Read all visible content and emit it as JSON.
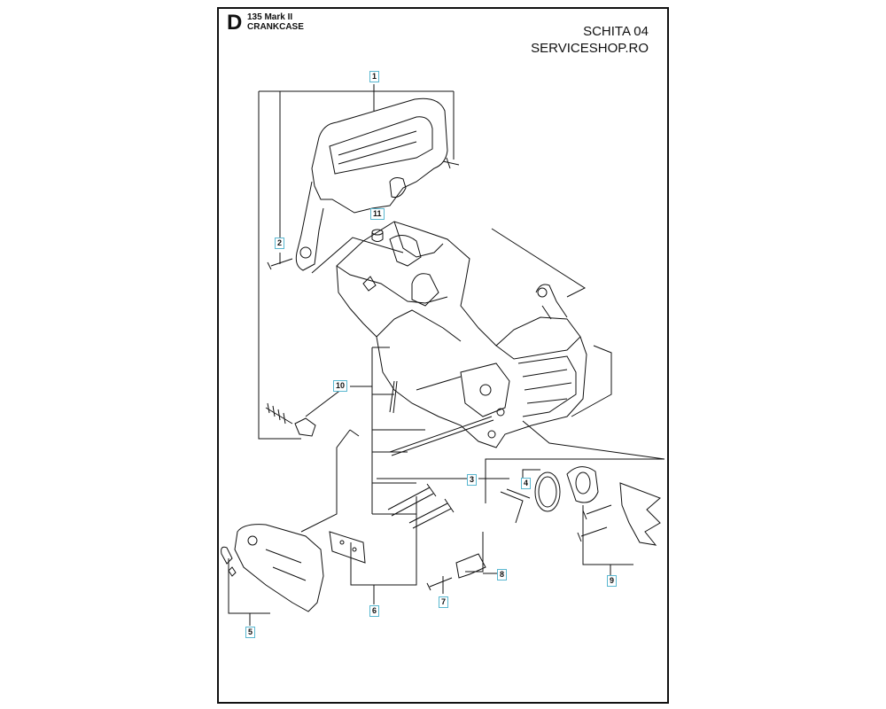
{
  "header": {
    "section_letter": "D",
    "model": "135 Mark II",
    "subtitle": "CRANKCASE"
  },
  "corner_text": {
    "line1": "SCHITA 04",
    "line2": "SERVICESHOP.RO"
  },
  "callouts": [
    "1",
    "2",
    "3",
    "4",
    "5",
    "6",
    "7",
    "8",
    "9",
    "10",
    "11"
  ],
  "colors": {
    "line": "#111111",
    "callout_border": "#59b7d0"
  }
}
